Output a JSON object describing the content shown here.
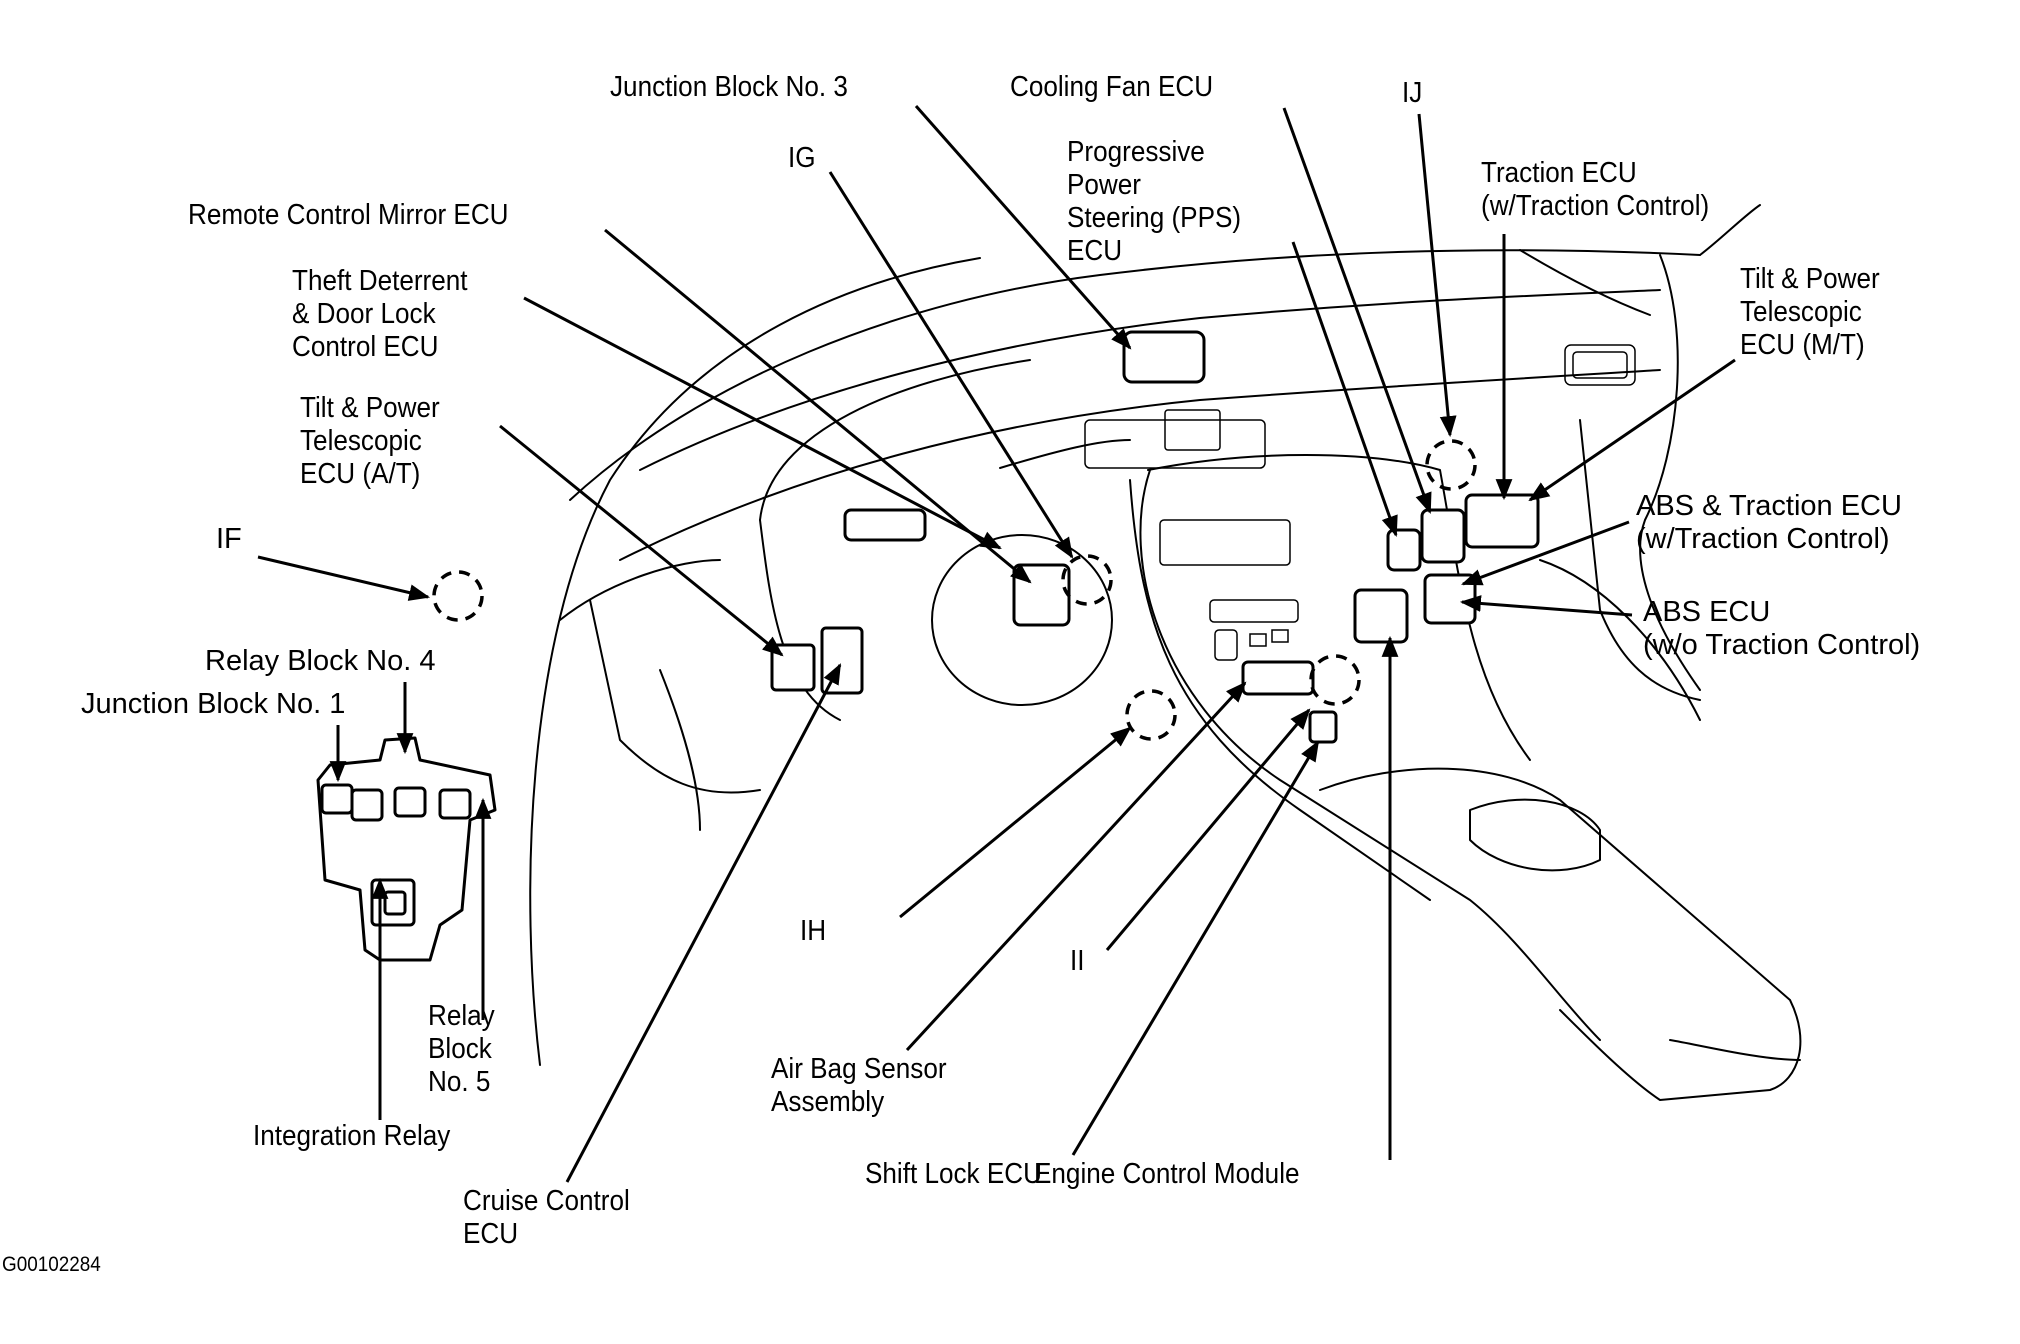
{
  "figure_code": "G00102284",
  "labels": {
    "junction_block_3": "Junction Block No. 3",
    "cooling_fan_ecu": "Cooling Fan ECU",
    "ij": "IJ",
    "ig": "IG",
    "pps_ecu": "Progressive\nPower\nSteering (PPS)\nECU",
    "traction_ecu": "Traction ECU\n(w/Traction Control)",
    "remote_mirror_ecu": "Remote Control Mirror ECU",
    "theft_deterrent": "Theft Deterrent\n& Door Lock\nControl ECU",
    "tilt_power_mt": "Tilt & Power\nTelescopic\nECU (M/T)",
    "tilt_power_at": "Tilt & Power\nTelescopic\nECU (A/T)",
    "abs_traction_ecu": "ABS & Traction ECU\n(w/Traction Control)",
    "if": "IF",
    "abs_ecu": "ABS ECU\n(w/o Traction Control)",
    "relay_block_4": "Relay Block No. 4",
    "junction_block_1": "Junction Block No. 1",
    "ih": "IH",
    "ii": "II",
    "relay_block_5": "Relay\nBlock\nNo. 5",
    "air_bag_sensor": "Air Bag Sensor\nAssembly",
    "integration_relay": "Integration Relay",
    "shift_lock_ecu": "Shift Lock ECU",
    "engine_control_module": "Engine Control Module",
    "cruise_control_ecu": "Cruise Control\nECU"
  }
}
